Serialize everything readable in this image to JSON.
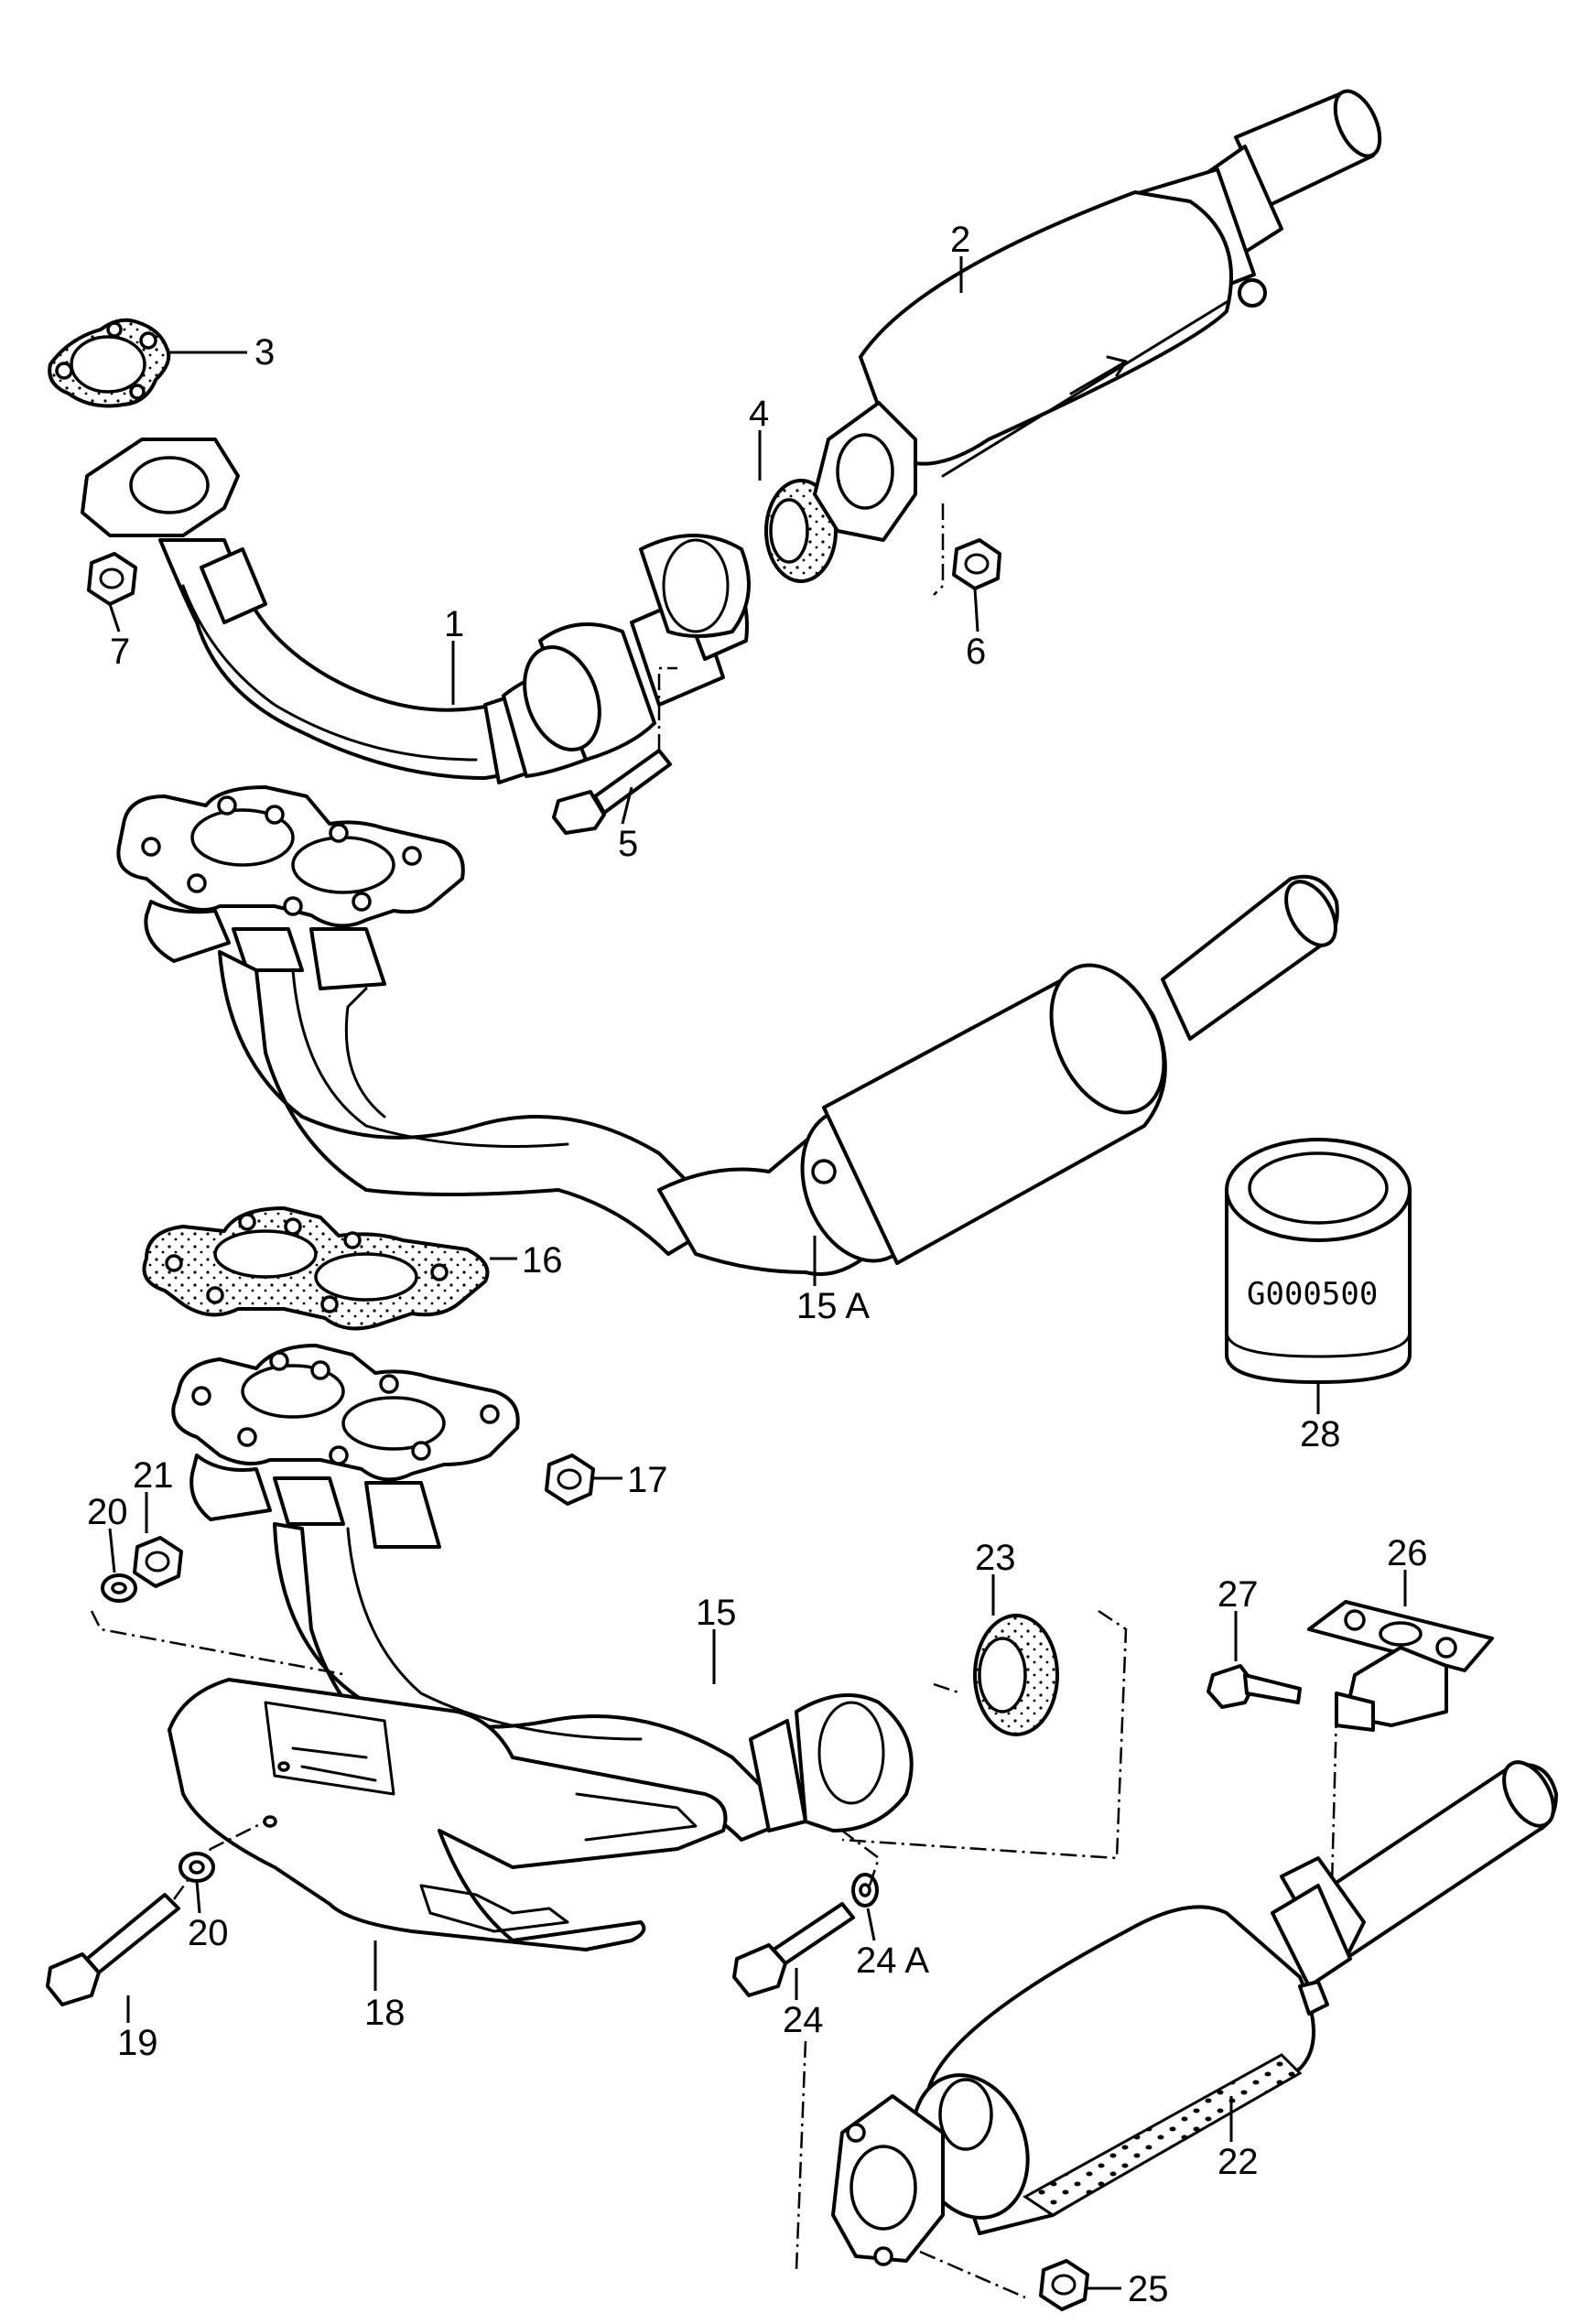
{
  "callouts": {
    "c1": "1",
    "c2": "2",
    "c3": "3",
    "c4": "4",
    "c5": "5",
    "c6": "6",
    "c7": "7",
    "c15": "15",
    "c15a": "15 A",
    "c16": "16",
    "c17": "17",
    "c18": "18",
    "c19": "19",
    "c20a": "20",
    "c20b": "20",
    "c21": "21",
    "c22": "22",
    "c23": "23",
    "c24": "24",
    "c24a": "24 A",
    "c25": "25",
    "c26": "26",
    "c27": "27",
    "c28": "28"
  },
  "can_marking": "G000500"
}
